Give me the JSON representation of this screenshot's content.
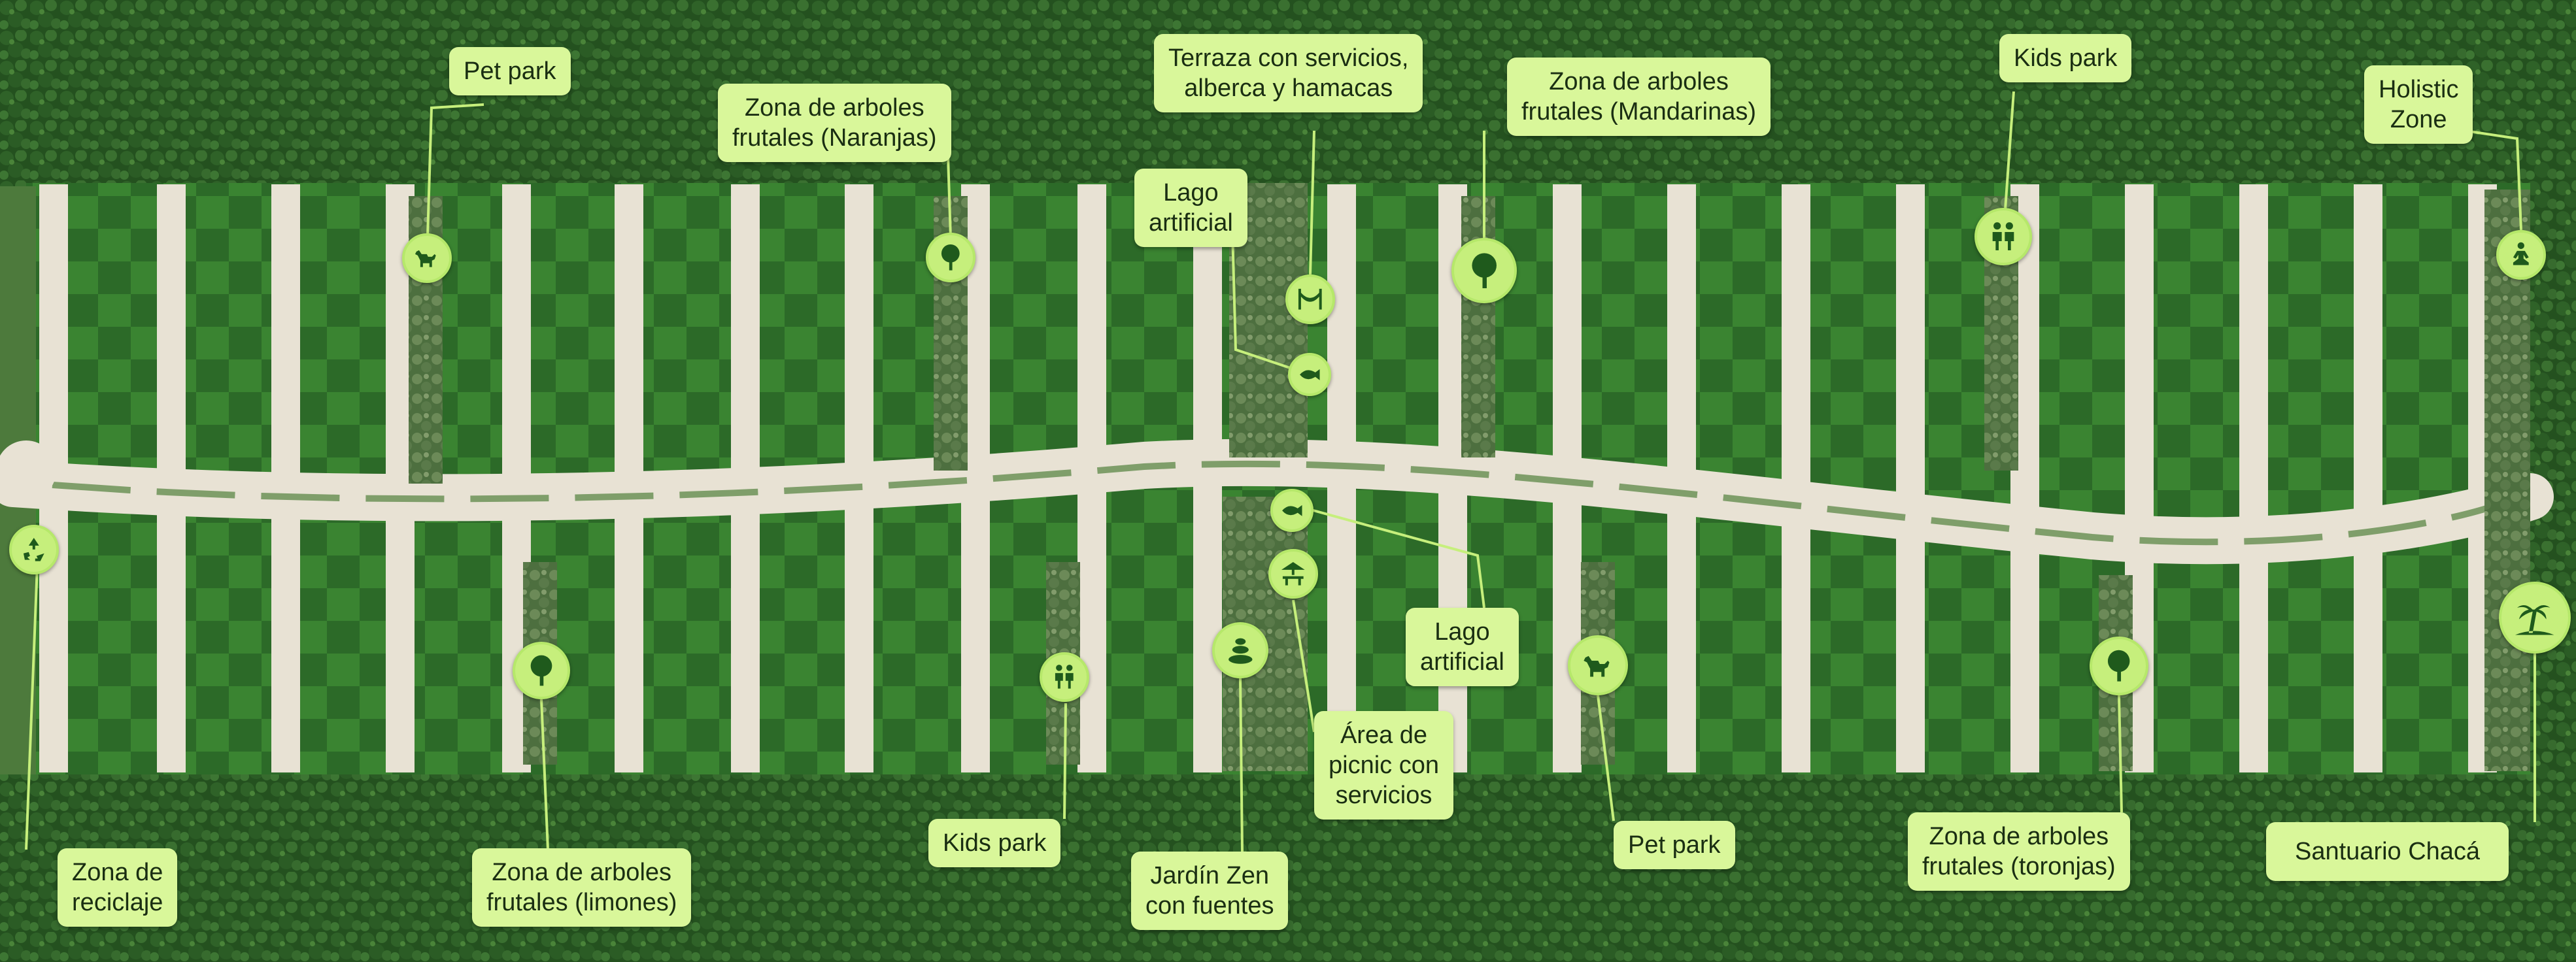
{
  "labels": {
    "pet_park_top": "Pet park",
    "naranjas_l1": "Zona de arboles",
    "naranjas_l2": "frutales (Naranjas)",
    "terraza_l1": "Terraza con servicios,",
    "terraza_l2": "alberca y hamacas",
    "lago_top_l1": "Lago",
    "lago_top_l2": "artificial",
    "mandarinas_l1": "Zona de arboles",
    "mandarinas_l2": "frutales (Mandarinas)",
    "kids_park_top": "Kids park",
    "holistic_l1": "Holistic",
    "holistic_l2": "Zone",
    "reciclaje_l1": "Zona de",
    "reciclaje_l2": "reciclaje",
    "limones_l1": "Zona de arboles",
    "limones_l2": "frutales (limones)",
    "kids_park_bottom": "Kids park",
    "zen_l1": "Jardín Zen",
    "zen_l2": "con fuentes",
    "lago_bottom_l1": "Lago",
    "lago_bottom_l2": "artificial",
    "picnic_l1": "Área de",
    "picnic_l2": "picnic con",
    "picnic_l3": "servicios",
    "pet_park_bottom": "Pet park",
    "toronjas_l1": "Zona de arboles",
    "toronjas_l2": "frutales (toronjas)",
    "santuario": "Santuario Chacá"
  },
  "icons": {
    "dog": "dog-icon",
    "tree": "tree-icon",
    "hammock": "hammock-icon",
    "fish": "fish-icon",
    "kids": "kids-icon",
    "meditation": "meditation-icon",
    "recycle": "recycle-icon",
    "stones": "zen-stones-icon",
    "picnic": "picnic-icon",
    "island": "palm-island-icon"
  },
  "colors": {
    "label_bg": "#d9f79a",
    "marker_bg": "#c6ef7c",
    "road": "#e8e2d4",
    "forest": "#2a5a26",
    "lot_light": "#3f8a34",
    "lot_dark": "#2e6d2a"
  }
}
